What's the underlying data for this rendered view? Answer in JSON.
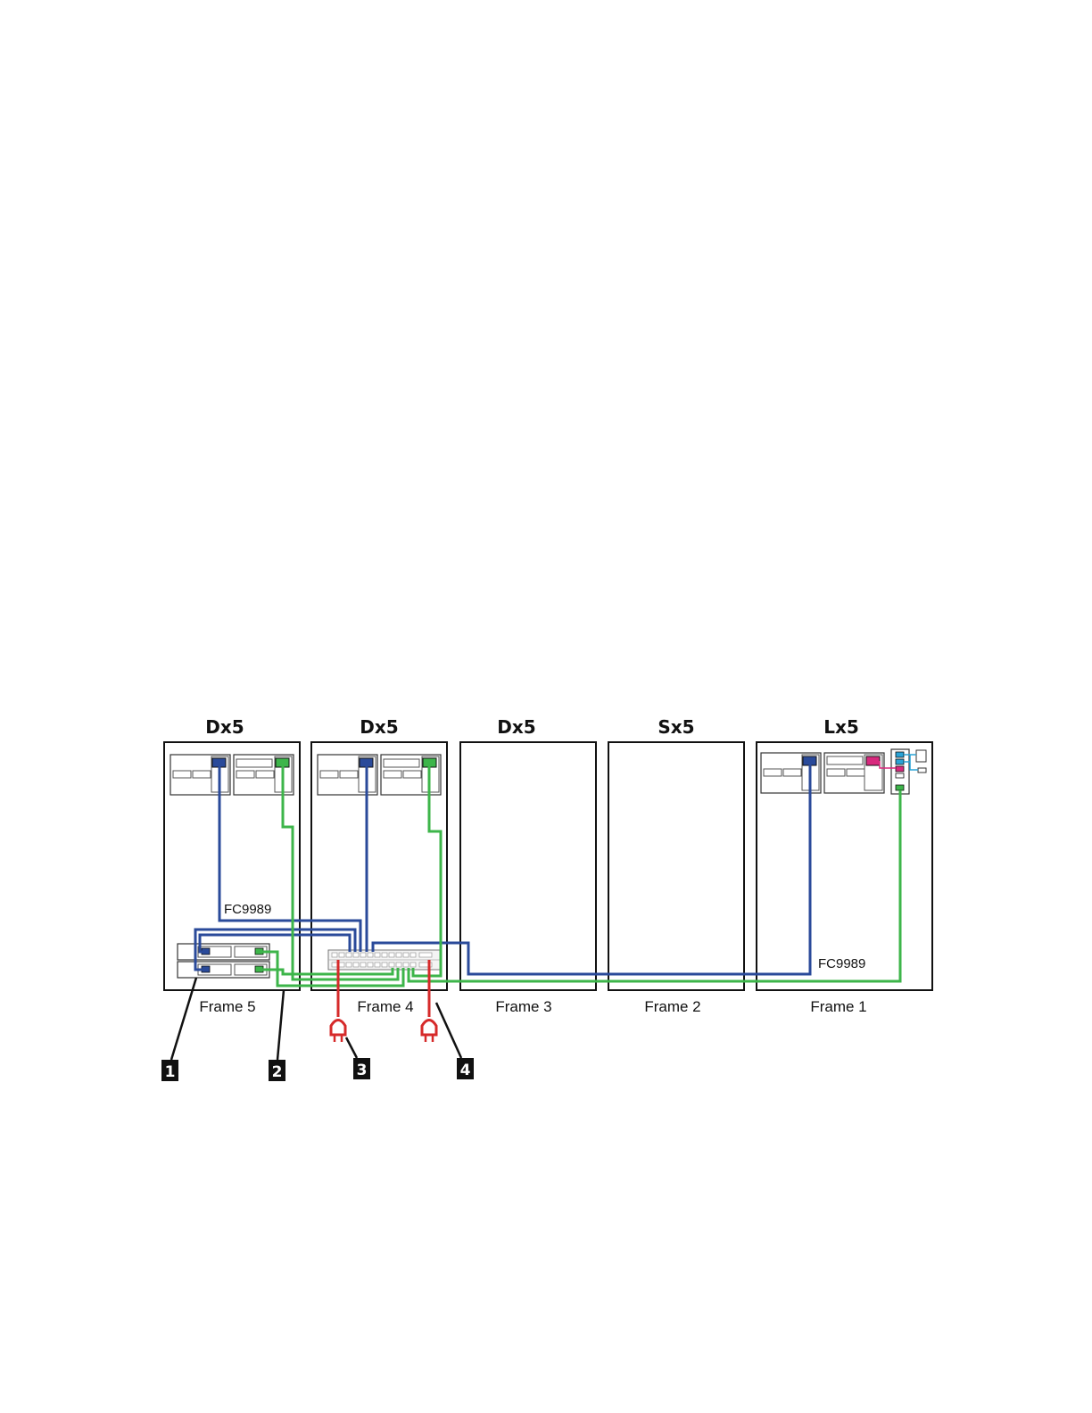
{
  "frames": [
    {
      "type": "Dx5",
      "label": "Frame 5"
    },
    {
      "type": "Dx5",
      "label": "Frame 4"
    },
    {
      "type": "Dx5",
      "label": "Frame 3"
    },
    {
      "type": "Sx5",
      "label": "Frame 2"
    },
    {
      "type": "Lx5",
      "label": "Frame 1"
    }
  ],
  "fc_labels": {
    "frame5": "FC9989",
    "frame1": "FC9989"
  },
  "callouts": [
    "1",
    "2",
    "3",
    "4"
  ],
  "colors": {
    "ethernet_blue": "#2a4a9a",
    "ethernet_green": "#3db54a",
    "power_red": "#d62a2a",
    "accent_magenta": "#d8287d",
    "accent_cyan": "#29a3d6"
  },
  "icons": [
    "power-plug-icon",
    "power-plug-icon"
  ]
}
